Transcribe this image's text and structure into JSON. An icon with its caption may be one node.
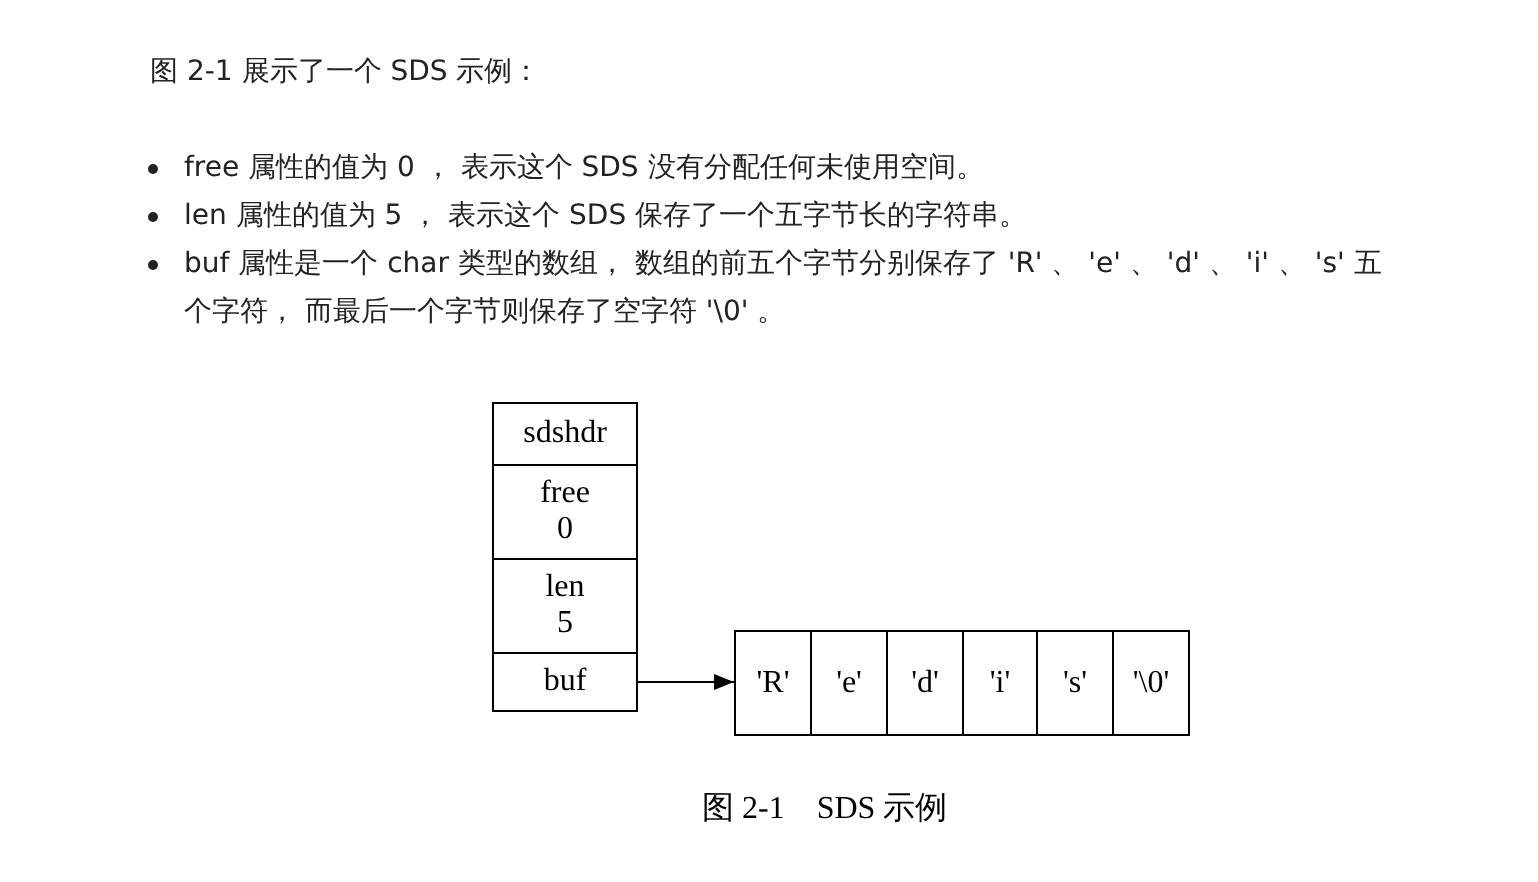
{
  "diagram": {
    "title": "图 2-1 展示了一个 SDS 示例：",
    "labels": [
      "free 属性的值为 0 ， 表示这个 SDS 没有分配任何未使用空间。",
      "len 属性的值为 5 ， 表示这个 SDS 保存了一个五字节长的字符串。",
      "buf 属性是一个 char 类型的数组， 数组的前五个字节分别保存了 'R' 、 'e' 、 'd' 、 'i' 、 's' 五个字符， 而最后一个字节则保存了空字符 '\\0' 。"
    ],
    "nodes": [
      {
        "text": [
          "sdshdr"
        ]
      },
      {
        "text": [
          "free",
          "0"
        ]
      },
      {
        "text": [
          "len",
          "5"
        ]
      },
      {
        "text": [
          "buf"
        ]
      },
      {
        "text": [
          "'R'"
        ]
      },
      {
        "text": [
          "'e'"
        ]
      },
      {
        "text": [
          "'d'"
        ]
      },
      {
        "text": [
          "'i'"
        ]
      },
      {
        "text": [
          "'s'"
        ]
      },
      {
        "text": [
          "'\\0'"
        ]
      }
    ],
    "edges": [
      {
        "from": 3,
        "to": 4,
        "arrow": "to"
      }
    ],
    "caption": "图 2-1　SDS 示例"
  }
}
